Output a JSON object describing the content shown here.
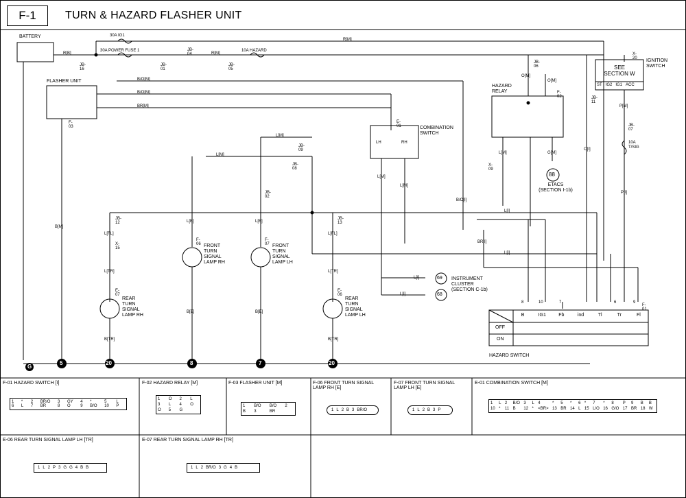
{
  "header": {
    "code": "F-1",
    "title": "TURN & HAZARD FLASHER UNIT"
  },
  "components": {
    "battery": "BATTERY",
    "flasher": "FLASHER UNIT",
    "hazard_relay": [
      "HAZARD",
      "RELAY"
    ],
    "combination_switch": [
      "COMBINATION",
      "SWITCH"
    ],
    "ignition": [
      "IGNITION",
      "SWITCH"
    ],
    "see_section": [
      "SEE",
      "SECTION W"
    ],
    "ign_boxes": [
      "ST",
      "IG2",
      "IG1",
      "ACC"
    ],
    "etacs": [
      "ETACS",
      "(SECTION I-1b)"
    ],
    "etacs_num": "88",
    "front_rh": [
      "FRONT",
      "TURN",
      "SIGNAL",
      "LAMP RH"
    ],
    "front_lh": [
      "FRONT",
      "TURN",
      "SIGNAL",
      "LAMP LH"
    ],
    "rear_rh": [
      "REAR",
      "TURN",
      "SIGNAL",
      "LAMP RH"
    ],
    "rear_lh": [
      "REAR",
      "TURN",
      "SIGNAL",
      "LAMP LH"
    ],
    "instrument": [
      "INSTRUMENT",
      "CLUSTER",
      "(SECTION C-1b)"
    ],
    "cluster_pins": [
      "69",
      "68"
    ],
    "hazard_switch": "HAZARD SWITCH",
    "lh": "LH",
    "rh": "RH",
    "fuse_label": [
      "10A",
      "T/SIG"
    ]
  },
  "fuses": [
    "30A IG1",
    "30A POWER FUSE 1",
    "10A HAZARD"
  ],
  "wires": {
    "top": [
      "R[B]",
      "R[M]",
      "R[M]"
    ],
    "flasher": [
      "B/O[M]",
      "B/O[M]",
      "BR[M]"
    ],
    "misc": [
      "L[M]",
      "L[M]",
      "O[M]",
      "O[M]",
      "G[M]",
      "L[M]",
      "P[M]",
      "O[I]",
      "P[I]",
      "B[M]",
      "L[E]",
      "L[E]",
      "L[FL]",
      "L[FL]",
      "L[TR]",
      "L[TR]",
      "B[E]",
      "B[E]",
      "B[TR]",
      "B[TR]",
      "L[M]",
      "L[M]",
      "B/O[I]",
      "BR[I]",
      "L[I]",
      "L[I]",
      "L[I]",
      "L[I]"
    ]
  },
  "connectors": [
    "JB-16",
    "JB-01",
    "JB-04",
    "JB-05",
    "JB-06",
    "X-20",
    "F-02",
    "JB-11",
    "JB-07",
    "E-01",
    "F-03",
    "JB-09",
    "JB-08",
    "X-09",
    "JB-12",
    "JB-13",
    "X-15",
    "E-07",
    "E-06",
    "F-06",
    "F-07",
    "JB-02",
    "F-01"
  ],
  "grounds": [
    "G",
    "5",
    "20",
    "8",
    "7",
    "20"
  ],
  "switch_table": {
    "cols": [
      "B",
      "IG1",
      "Fb",
      "ind",
      "Tl",
      "Tr",
      "Fl"
    ],
    "rows": [
      "OFF",
      "ON"
    ],
    "pins": [
      "8",
      "10",
      "7",
      "6",
      "9"
    ]
  },
  "bottom_panels": [
    {
      "title": "F-01 HAZARD SWITCH [I]",
      "cells": [
        "1",
        "*",
        "2",
        "BR/O",
        "3",
        "GY",
        "4",
        "*",
        "5",
        "L",
        "6",
        "L",
        "7",
        "BR",
        "8",
        "O",
        "9",
        "B/O",
        "10",
        "P"
      ]
    },
    {
      "title": "F-02 HAZARD RELAY [M]",
      "cells": [
        "1",
        "O",
        "2",
        "L",
        "3",
        "L",
        "4",
        "O",
        "O",
        "5",
        "G"
      ]
    },
    {
      "title": "F-03 FLASHER UNIT [M]",
      "cells": [
        "1",
        "B/O",
        "B/O",
        "2",
        "B",
        "3",
        "BR"
      ]
    },
    {
      "title": "F-06 FRONT TURN SIGNAL LAMP RH [E]",
      "cells": [
        "1",
        "L",
        "2",
        "B",
        "3",
        "BR/O"
      ]
    },
    {
      "title": "F-07 FRONT TURN SIGNAL LAMP LH [E]",
      "cells": [
        "1",
        "L",
        "2",
        "B",
        "3",
        "P"
      ]
    },
    {
      "title": "E-01 COMBINATION SWITCH [M]",
      "cells": [
        "1",
        "L",
        "2",
        "B/O",
        "3",
        "L",
        "4",
        "*",
        "5",
        "*",
        "6",
        "*",
        "7",
        "*",
        "8",
        "P",
        "9",
        "B",
        "B",
        "10",
        "*",
        "11",
        "B",
        "12",
        "*",
        "<BR>",
        "13",
        "BR",
        "14",
        "L",
        "15",
        "L/O",
        "16",
        "G/O",
        "17",
        "BR",
        "18",
        "W"
      ]
    },
    {
      "title": "E-06 REAR TURN SIGNAL LAMP LH [TR]",
      "cells": [
        "1",
        "L",
        "2",
        "P",
        "3",
        "G",
        "G",
        "4",
        "B",
        "B"
      ]
    },
    {
      "title": "E-07 REAR TURN SIGNAL LAMP RH [TR]",
      "cells": [
        "1",
        "L",
        "2",
        "BR/O",
        "3",
        "G",
        "4",
        "B"
      ]
    }
  ]
}
